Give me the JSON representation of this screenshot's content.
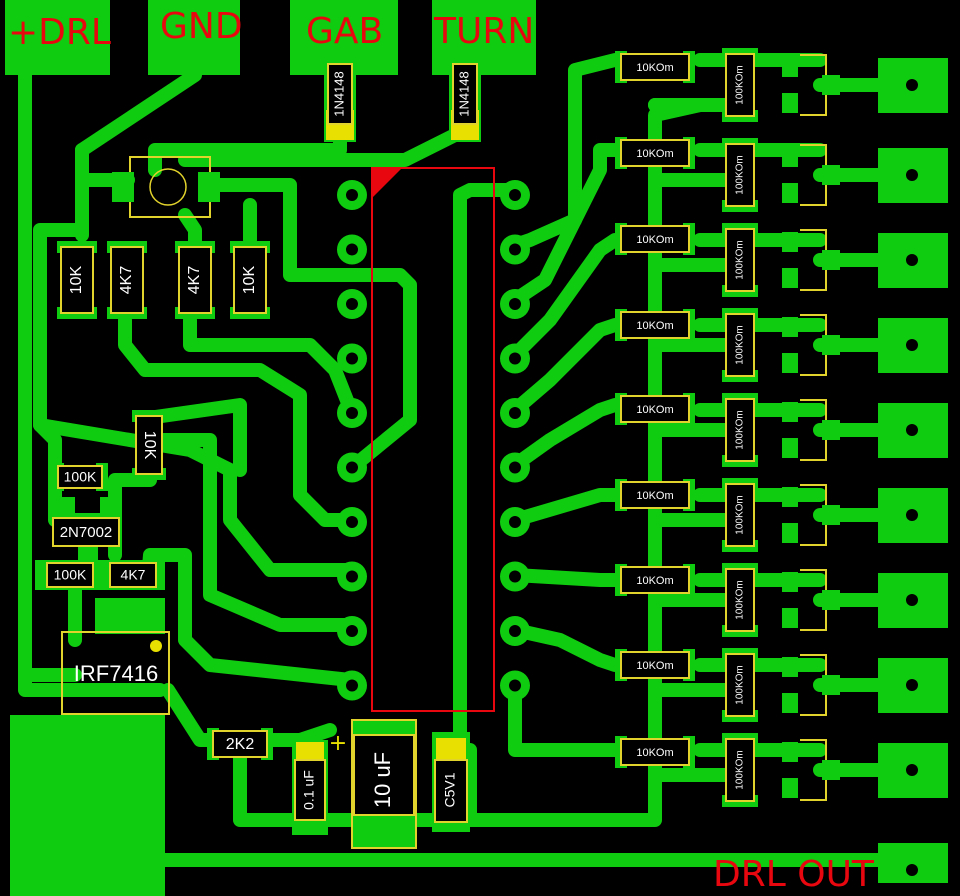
{
  "colors": {
    "background": "#000000",
    "copper": "#10cc10",
    "silkscreen": "#e2d22c",
    "pad_yellow": "#e8e000",
    "label_red": "#e8060f",
    "ic_outline": "#e8060f"
  },
  "connectors": {
    "drl_in": "+DRL",
    "gnd": "GND",
    "gab": "GAB",
    "turn": "TURN",
    "drl_out": "DRL OUT"
  },
  "components": {
    "diode_left": "1N4148",
    "diode_right": "1N4148",
    "r_10k_a": "10K",
    "r_4k7_a": "4K7",
    "r_4k7_b": "4K7",
    "r_10k_b": "10K",
    "r_10k_rot": "10K",
    "r_100k_top": "100K",
    "q_2n7002": "2N7002",
    "r_100k_bottom": "100K",
    "r_4k7_bottom": "4K7",
    "mosfet": "IRF7416",
    "r_2k2": "2K2",
    "cap_small": "0.1 uF",
    "cap_plus": "+",
    "cap_large": "10 uF",
    "zener": "C5V1"
  },
  "output_channels": {
    "series_resistor_label": "10KOm",
    "pulldown_resistor_label": "100KOm",
    "count": 9
  }
}
